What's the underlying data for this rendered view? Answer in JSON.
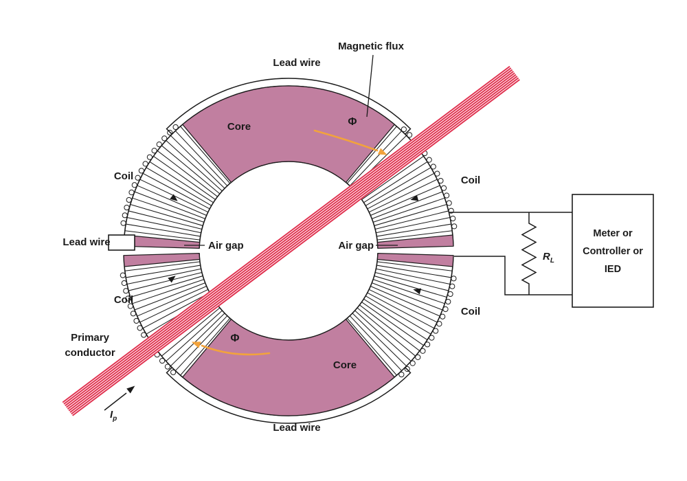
{
  "labels": {
    "magnetic_flux": "Magnetic flux",
    "lead_wire_top": "Lead wire",
    "lead_wire_left": "Lead wire",
    "lead_wire_bottom": "Lead wire",
    "core_top": "Core",
    "core_bottom": "Core",
    "coil_upper_left": "Coil",
    "coil_upper_right": "Coil",
    "coil_lower_left": "Coil",
    "coil_lower_right": "Coil",
    "air_gap_left": "Air gap",
    "air_gap_right": "Air gap",
    "flux_symbol_top": "Φ",
    "flux_symbol_bottom": "Φ",
    "primary_conductor_line1": "Primary",
    "primary_conductor_line2": "conductor",
    "primary_current_symbol": "I",
    "primary_current_subscript": "p",
    "load_resistor_symbol": "R",
    "load_resistor_subscript": "L",
    "device_box": {
      "line1": "Meter or",
      "line2": "Controller or",
      "line3": "IED"
    }
  },
  "colors": {
    "core_fill": "#c17fa0",
    "conductor_red": "#e0304e",
    "conductor_bg": "#fdf1f3",
    "flux_arrow_orange": "#f2a33c",
    "line_black": "#1a1a1a"
  }
}
